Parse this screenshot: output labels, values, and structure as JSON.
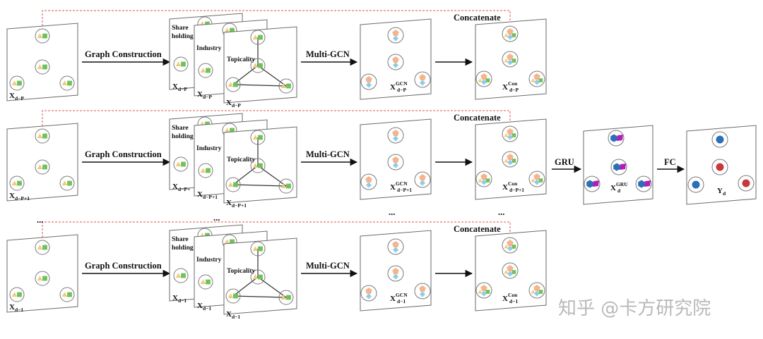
{
  "rows": [
    {
      "input_var": "X",
      "input_sub": "d−P",
      "graph_labels": [
        "Share",
        "holding",
        "Industry",
        "Topicality"
      ],
      "graph_subs": [
        "d−P",
        "d−P",
        "d−P"
      ],
      "gcn_var": "X",
      "gcn_sup": "GCN",
      "gcn_sub": "d−P",
      "con_var": "X",
      "con_sup": "Con",
      "con_sub": "d−P"
    },
    {
      "input_var": "X",
      "input_sub": "d−P+1",
      "graph_labels": [
        "Share",
        "holding",
        "Industry",
        "Topicality"
      ],
      "graph_subs": [
        "d−P+",
        "d−P+1",
        "d−P+1"
      ],
      "gcn_var": "X",
      "gcn_sup": "GCN",
      "gcn_sub": "d−P+1",
      "con_var": "X",
      "con_sup": "Con",
      "con_sub": "d−P+1"
    },
    {
      "input_var": "X",
      "input_sub": "d−1",
      "graph_labels": [
        "Share",
        "holding",
        "Industry",
        "Topicality"
      ],
      "graph_subs": [
        "d−1",
        "d−1",
        "d−1"
      ],
      "gcn_var": "X",
      "gcn_sup": "GCN",
      "gcn_sub": "d−1",
      "con_var": "X",
      "con_sup": "Con",
      "con_sub": "d−1"
    }
  ],
  "labels": {
    "graph_construction": "Graph Construction",
    "multi_gcn": "Multi-GCN",
    "concatenate": "Concatenate",
    "gru": "GRU",
    "fc": "FC",
    "ellipsis": "..."
  },
  "gru_panel": {
    "var": "X",
    "sup": "GRU",
    "sub": "d"
  },
  "output_panel": {
    "var": "Y",
    "sub": "d"
  },
  "watermark": "知乎 @卡方研究院",
  "colors": {
    "triangle": "#f2c97e",
    "square": "#6fc25a",
    "pentagon": "#f5b48c",
    "diamond": "#8ecbe8",
    "blue_node": "#2a6fb8",
    "purple_node": "#b21fb8",
    "red_node": "#c9383a",
    "dashed_line": "#e05050"
  }
}
